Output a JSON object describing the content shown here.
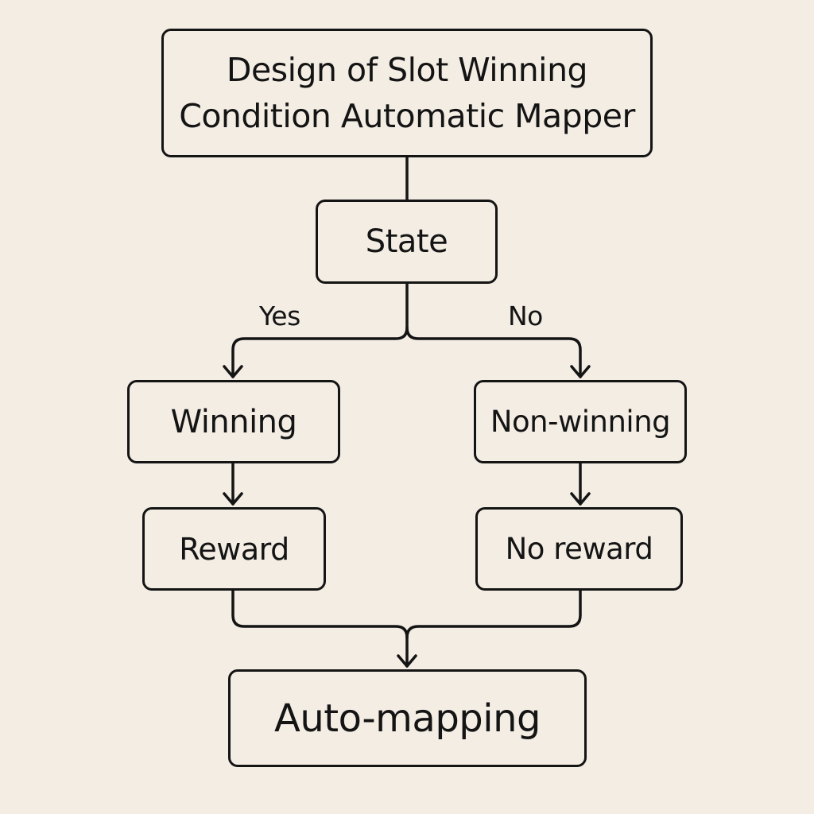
{
  "title": {
    "line1": "Design of Slot Winning",
    "line2": "Condition Automatic Mapper"
  },
  "nodes": {
    "state": "State",
    "winning": "Winning",
    "non_winning": "Non-winning",
    "reward": "Reward",
    "no_reward": "No reward",
    "auto_mapping": "Auto-mapping"
  },
  "edges": {
    "yes": "Yes",
    "no": "No"
  },
  "colors": {
    "background": "#f3ede4",
    "stroke": "#141414"
  }
}
